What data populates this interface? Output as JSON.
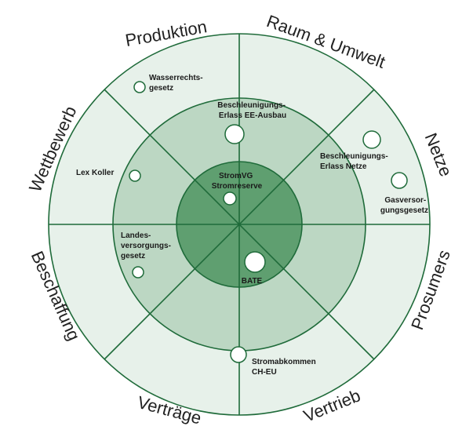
{
  "colors": {
    "outer_ring": "#e7f1ea",
    "middle_ring": "#bcd7c3",
    "inner_ring": "#5f9f70",
    "line": "#1f6b3a",
    "dot_fill": "#ffffff"
  },
  "sectors": {
    "produktion": "Produktion",
    "raum_umwelt": "Raum & Umwelt",
    "netze": "Netze",
    "prosumers": "Prosumers",
    "vertrieb": "Vertrieb",
    "vertraege": "Verträge",
    "beschaffung": "Beschaffung",
    "wettbewerb": "Wettbewerb"
  },
  "items": {
    "wasserrechtsgesetz": [
      "Wasserrechts-",
      "gesetz"
    ],
    "beschleunigungserlass_ee": [
      "Beschleunigungs-",
      "Erlass EE-Ausbau"
    ],
    "beschleunigungserlass_netze": [
      "Beschleunigungs-",
      "Erlass Netze"
    ],
    "gasversorgungsgesetz": [
      "Gasversor-",
      "gungsgesetz"
    ],
    "lex_koller": [
      "Lex Koller"
    ],
    "stromvg": [
      "StromVG",
      "Stromreserve"
    ],
    "landesversorgungsgesetz": [
      "Landes-",
      "versorgungs-",
      "gesetz"
    ],
    "bate": [
      "BATE"
    ],
    "stromabkommen": [
      "Stromabkommen",
      "CH-EU"
    ]
  }
}
